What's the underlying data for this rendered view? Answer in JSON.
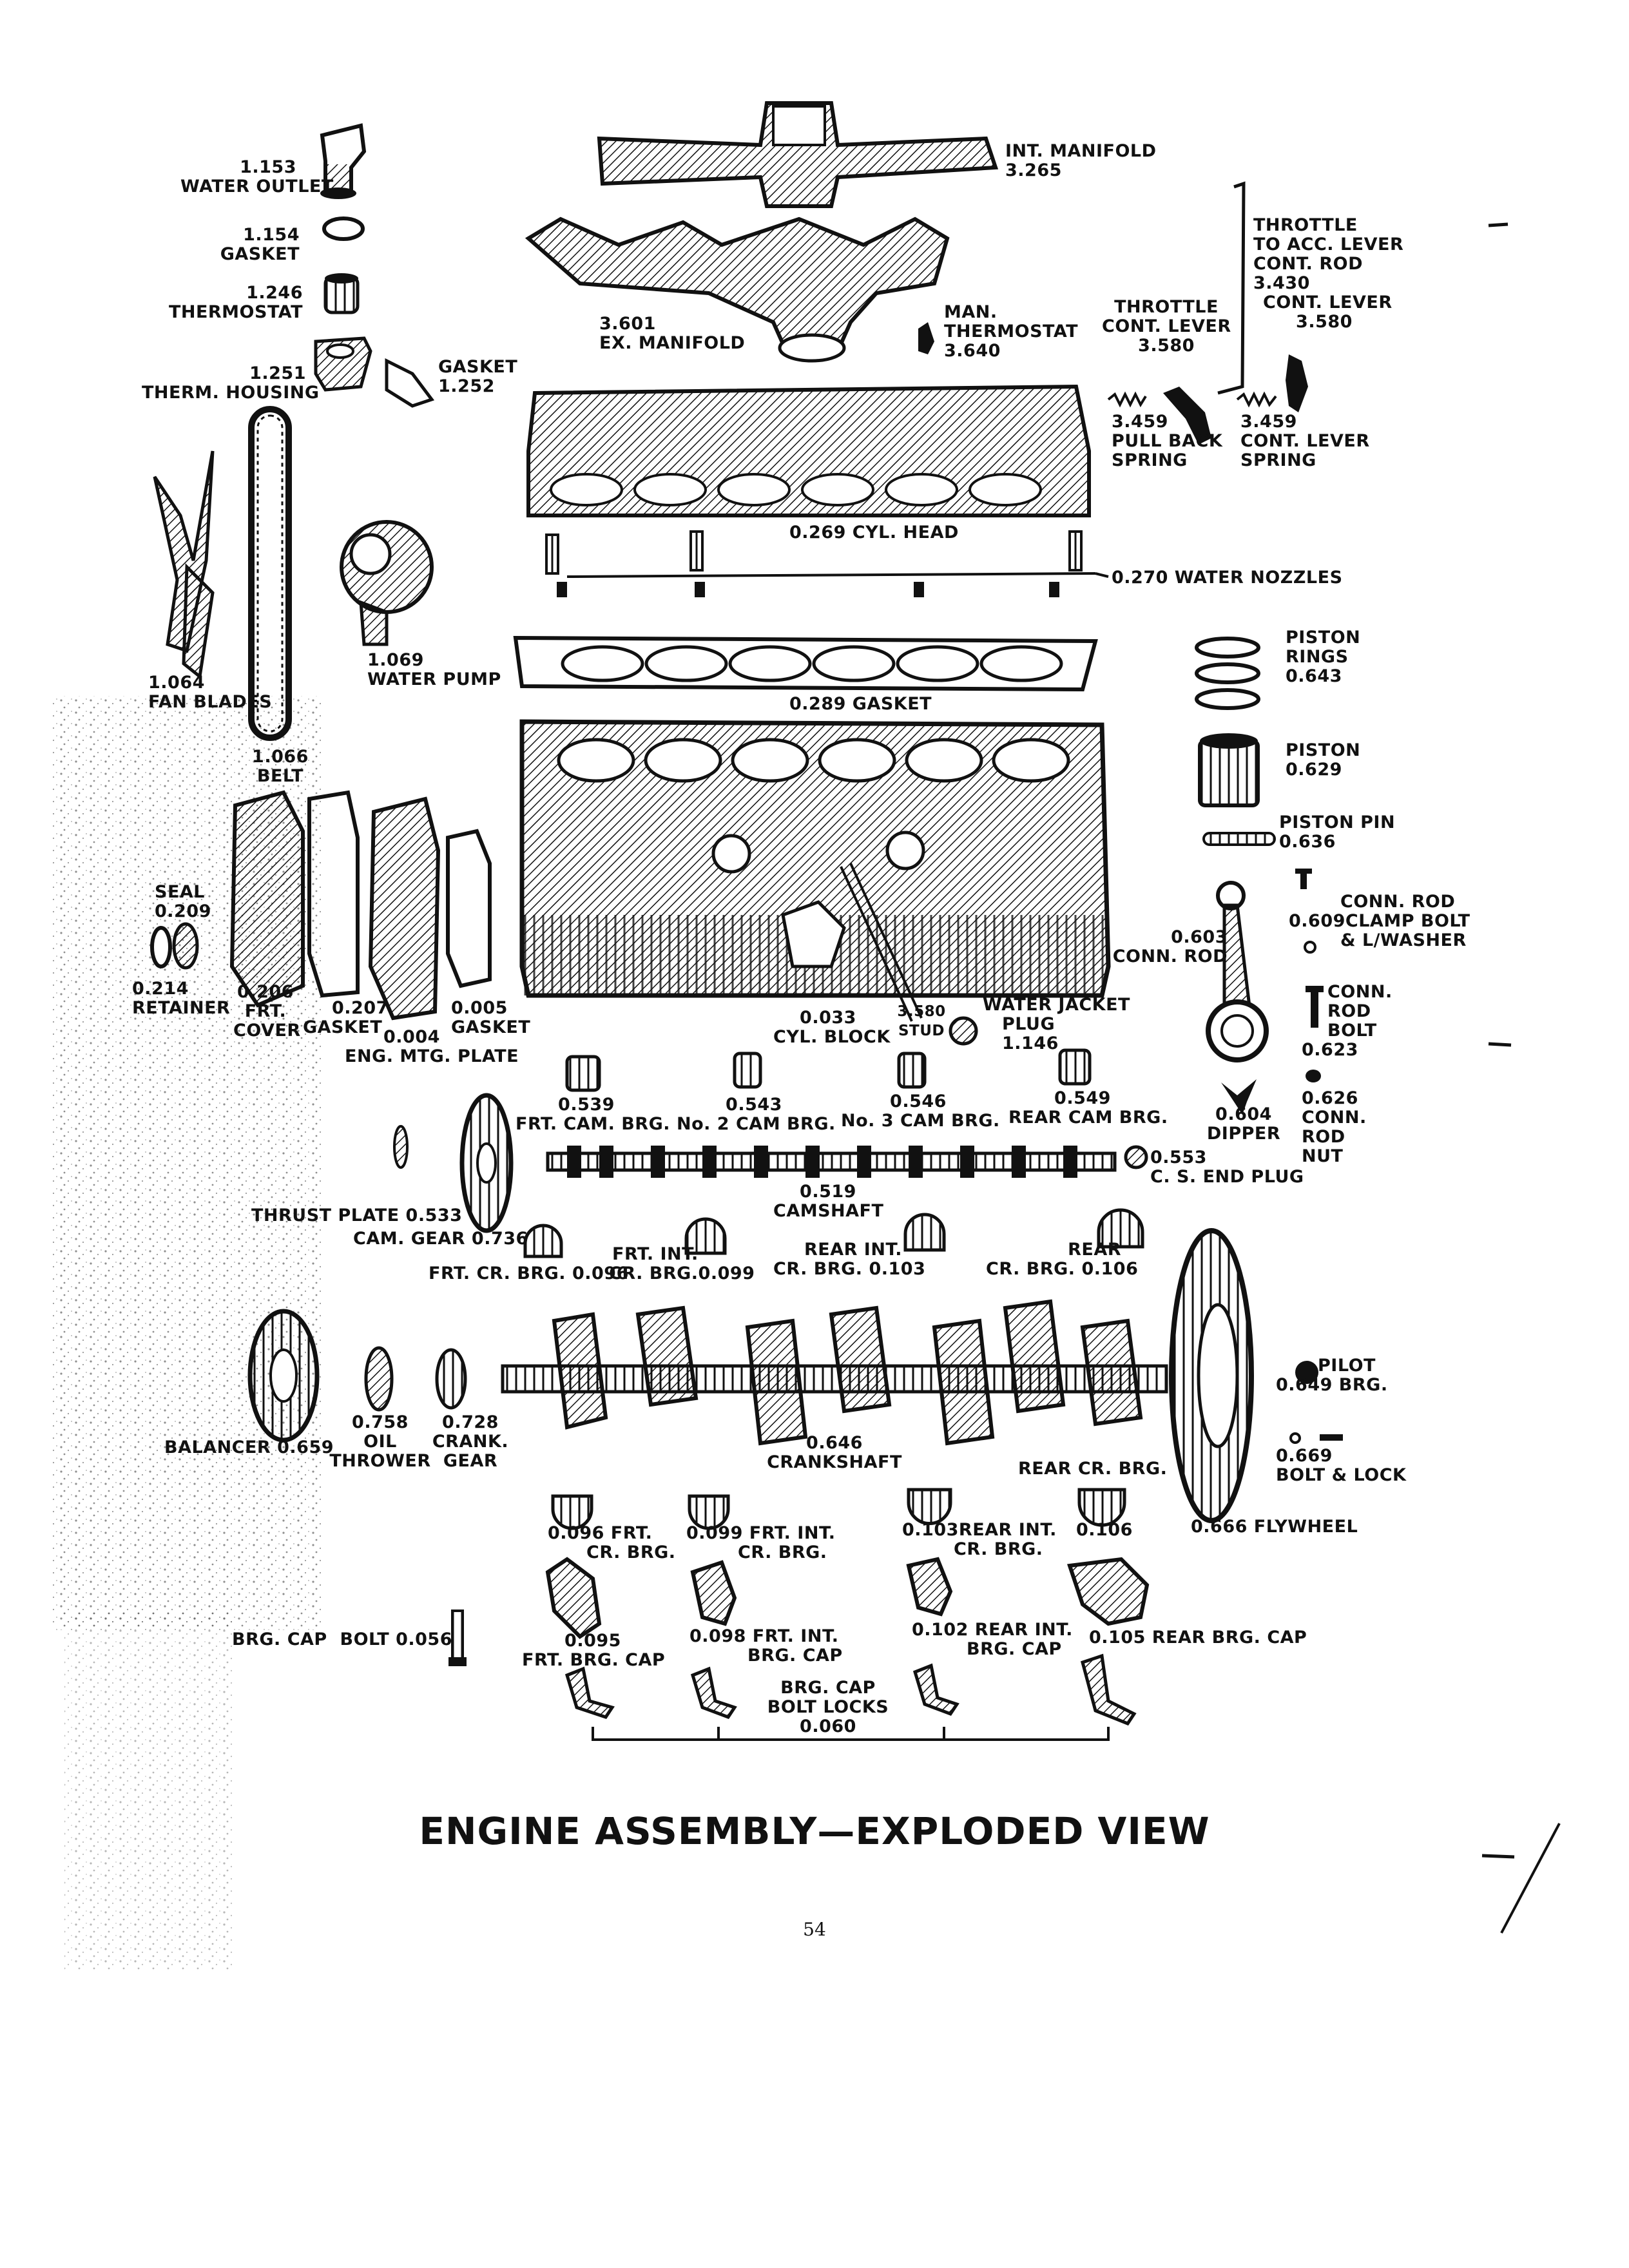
{
  "title": "ENGINE ASSEMBLY—EXPLODED VIEW",
  "page_number": "54",
  "parts": {
    "water_outlet": [
      "1.153",
      "WATER OUTLET"
    ],
    "gasket_1154": [
      "1.154",
      "GASKET"
    ],
    "thermostat": [
      "1.246",
      "THERMOSTAT"
    ],
    "therm_housing": [
      "1.251",
      "THERM. HOUSING"
    ],
    "gasket_1252": [
      "GASKET",
      "1.252"
    ],
    "int_manifold": [
      "INT. MANIFOLD",
      "3.265"
    ],
    "ex_manifold": [
      "3.601",
      "EX. MANIFOLD"
    ],
    "man_thermostat": [
      "MAN.",
      "THERMOSTAT",
      "3.640"
    ],
    "throttle_rod": [
      "THROTTLE",
      "TO ACC. LEVER",
      "CONT. ROD",
      "3.430"
    ],
    "throttle_cont_lever": [
      "THROTTLE",
      "CONT. LEVER",
      "3.580"
    ],
    "cont_lever": [
      "CONT. LEVER",
      "3.580"
    ],
    "pull_back_spring": [
      "3.459",
      "PULL BACK",
      "SPRING"
    ],
    "cont_lever_spring": [
      "3.459",
      "CONT. LEVER",
      "SPRING"
    ],
    "cyl_head": [
      "0.269 CYL. HEAD"
    ],
    "water_nozzles": [
      "0.270 WATER NOZZLES"
    ],
    "fan_blades": [
      "1.064",
      "FAN BLADES"
    ],
    "water_pump": [
      "1.069",
      "WATER PUMP"
    ],
    "belt": [
      "1.066",
      "BELT"
    ],
    "gasket_0289": [
      "0.289 GASKET"
    ],
    "piston_rings": [
      "PISTON",
      "RINGS",
      "0.643"
    ],
    "piston": [
      "PISTON",
      "0.629"
    ],
    "piston_pin": [
      "PISTON PIN",
      "0.636"
    ],
    "seal": [
      "SEAL",
      "0.209"
    ],
    "retainer": [
      "0.214",
      "RETAINER"
    ],
    "frt_cover": [
      "0.206",
      "FRT.",
      "COVER"
    ],
    "gasket_0207": [
      "0.207",
      "GASKET"
    ],
    "eng_mtg_plate": [
      "0.004",
      "ENG. MTG. PLATE"
    ],
    "gasket_0005": [
      "0.005",
      "GASKET"
    ],
    "cyl_block": [
      "0.033",
      "CYL. BLOCK"
    ],
    "stud": [
      "3.580",
      "STUD"
    ],
    "water_jacket_plug": [
      "WATER JACKET",
      "PLUG",
      "1.146"
    ],
    "conn_rod_clamp_bolt": [
      "0.609",
      "CONN. ROD",
      "CLAMP BOLT",
      "& L/WASHER"
    ],
    "conn_rod": [
      "0.603",
      "CONN. ROD"
    ],
    "conn_rod_bolt": [
      "CONN.",
      "ROD",
      "BOLT",
      "0.623"
    ],
    "dipper": [
      "0.604",
      "DIPPER"
    ],
    "conn_rod_nut": [
      "0.626",
      "CONN.",
      "ROD",
      "NUT"
    ],
    "frt_cam_brg": [
      "0.539",
      "FRT. CAM. BRG."
    ],
    "no2_cam_brg": [
      "0.543",
      "No. 2 CAM BRG."
    ],
    "no3_cam_brg": [
      "0.546",
      "No. 3 CAM BRG."
    ],
    "rear_cam_brg": [
      "0.549",
      "REAR CAM BRG."
    ],
    "cs_end_plug": [
      "0.553",
      "C. S. END PLUG"
    ],
    "camshaft": [
      "0.519",
      "CAMSHAFT"
    ],
    "thrust_plate": [
      "THRUST PLATE 0.533"
    ],
    "cam_gear": [
      "CAM. GEAR 0.736"
    ],
    "frt_cr_brg_top": [
      "FRT. CR. BRG. 0.096"
    ],
    "frt_int_cr_brg_top": [
      "FRT. INT.",
      "CR. BRG.0.099"
    ],
    "rear_int_cr_brg_top": [
      "REAR INT.",
      "CR. BRG. 0.103"
    ],
    "rear_cr_brg_top": [
      "REAR",
      "CR. BRG. 0.106"
    ],
    "balancer": [
      "BALANCER 0.659"
    ],
    "oil_thrower": [
      "0.758",
      "OIL",
      "THROWER"
    ],
    "crank_gear": [
      "0.728",
      "CRANK.",
      "GEAR"
    ],
    "crankshaft": [
      "0.646",
      "CRANKSHAFT"
    ],
    "pilot_brg": [
      "PILOT",
      "0.649 BRG."
    ],
    "bolt_lock": [
      "0.669",
      "BOLT & LOCK"
    ],
    "flywheel": [
      "0.666 FLYWHEEL"
    ],
    "rear_cr_brg_mid": [
      "REAR CR. BRG."
    ],
    "frt_cr_brg_bot": [
      "0.096 FRT.",
      "CR. BRG."
    ],
    "frt_int_cr_brg_bot": [
      "0.099 FRT. INT.",
      "CR. BRG."
    ],
    "rear_int_cr_brg_bot": [
      "0.103REAR INT.",
      "CR. BRG."
    ],
    "brg_0106": [
      "0.106"
    ],
    "brg_cap_bolt": [
      "BRG. CAP  BOLT 0.056"
    ],
    "frt_brg_cap": [
      "0.095",
      "FRT. BRG. CAP"
    ],
    "frt_int_brg_cap": [
      "0.098 FRT. INT.",
      "BRG. CAP"
    ],
    "rear_int_brg_cap": [
      "0.102 REAR INT.",
      "BRG. CAP"
    ],
    "rear_brg_cap": [
      "0.105 REAR BRG. CAP"
    ],
    "brg_cap_bolt_locks": [
      "BRG. CAP",
      "BOLT LOCKS",
      "0.060"
    ]
  }
}
